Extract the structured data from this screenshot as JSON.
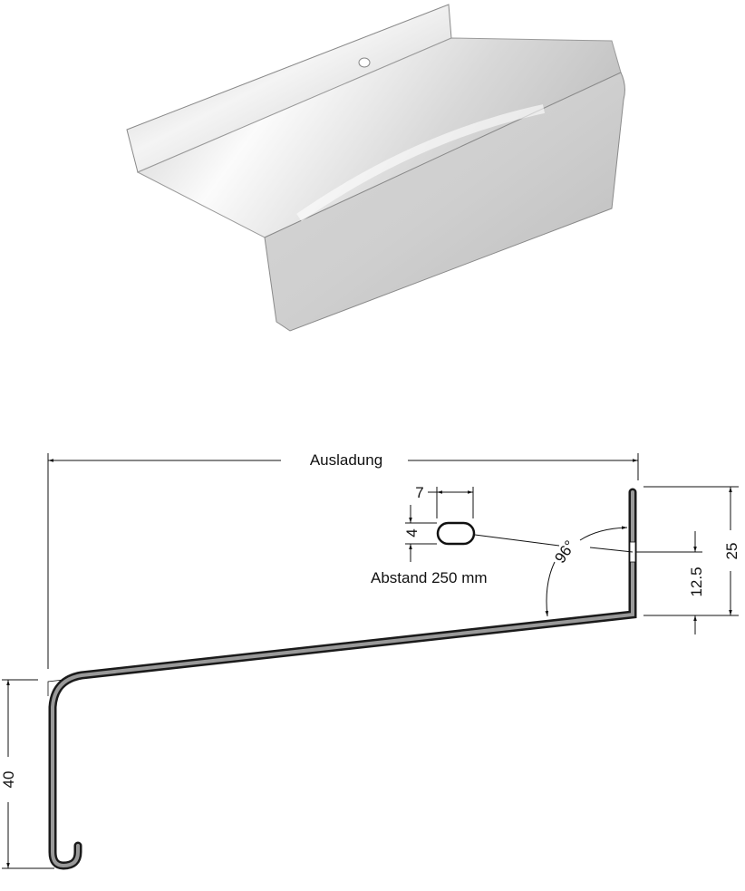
{
  "photo": {
    "subject": "aluminium window sill profile (Fensterbank)",
    "colors": {
      "light": "#f2f2f2",
      "mid": "#c8c8c8",
      "dark": "#9a9a9a",
      "edge": "#8a8a8a"
    }
  },
  "drawing": {
    "labels": {
      "projection": "Ausladung",
      "slot_width": "7",
      "slot_height": "4",
      "slot_spacing": "Abstand 250 mm",
      "angle": "96°",
      "hole_height": "12.5",
      "upstand_height": "25",
      "drip_height": "40"
    },
    "colors": {
      "profile_fill": "#999999",
      "profile_stroke": "#1a1a1a",
      "dimension_line": "#111111"
    }
  }
}
